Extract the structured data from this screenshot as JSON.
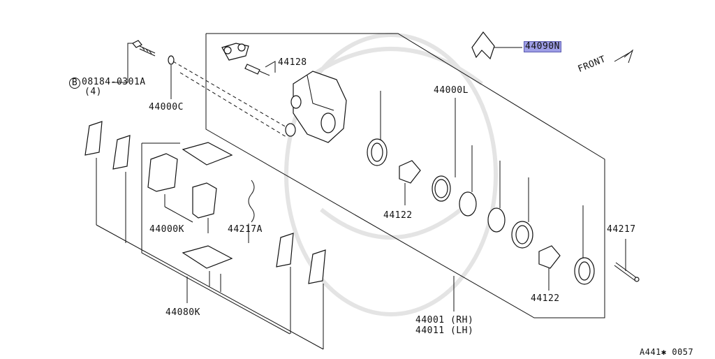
{
  "diagram": {
    "labels": {
      "bolt_code": "08184-0301A",
      "bolt_qty": "(4)",
      "bolt_prefix": "B",
      "washer": "44000C",
      "bleeder": "44128",
      "shim_clip": "44090N",
      "front": "FRONT",
      "kit_l": "44000L",
      "piston_upper": "44122",
      "pad_kit": "44000K",
      "spring": "44217A",
      "pin": "44217",
      "piston_lower": "44122",
      "shim_kit": "44080K",
      "caliper_rh": "44001 (RH)",
      "caliper_lh": "44011 (LH)",
      "figure_code": "A441✱ 0057"
    },
    "colors": {
      "highlight": "#9e9ee6",
      "line": "#111111",
      "watermark": "#e4e4e4"
    }
  }
}
